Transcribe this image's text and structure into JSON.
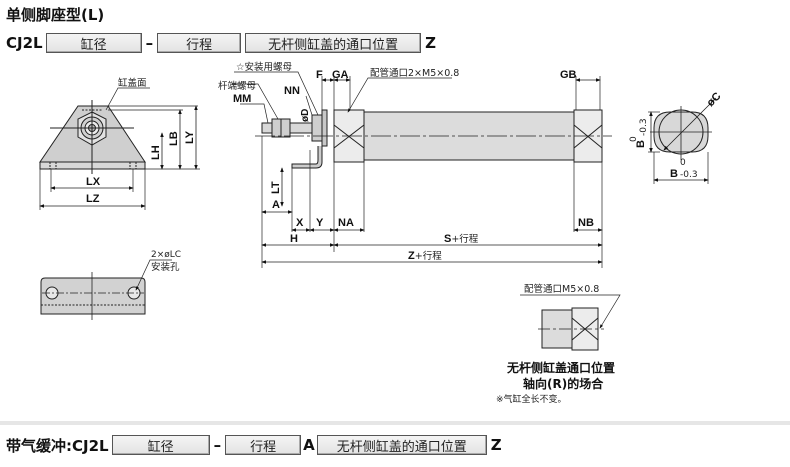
{
  "title": "单侧脚座型(L)",
  "model_code": {
    "prefix": "CJ2L",
    "bore_label": "缸径",
    "dash": "–",
    "stroke_label": "行程",
    "port_label": "无杆侧缸盖的通口位置",
    "suffix": "Z"
  },
  "cushion_code": {
    "prefix": "带气缓冲:CJ2L",
    "bore_label": "缸径",
    "dash": "–",
    "stroke_label": "行程",
    "middle": "A",
    "port_label": "无杆侧缸盖的通口位置",
    "suffix": "Z"
  },
  "front_view": {
    "cover_face": "缸盖面",
    "dims": [
      "LX",
      "LZ",
      "LH",
      "LB",
      "LY"
    ]
  },
  "bottom_view": {
    "hole_label": "2×øLC",
    "hole_note": "安装孔"
  },
  "side_view": {
    "mount_nut": "☆安装用螺母",
    "rod_nut": "杆端螺母",
    "port_note": "配管通口2×M5×0.8",
    "dims": {
      "MM": "MM",
      "NN": "NN",
      "F": "F",
      "GA": "GA",
      "GB": "GB",
      "D": "øD",
      "LT": "LT",
      "A": "A",
      "X": "X",
      "Y": "Y",
      "NA": "NA",
      "NB": "NB",
      "H": "H"
    },
    "s_dim": "S",
    "z_dim": "Z",
    "plus_stroke": "+行程"
  },
  "end_view": {
    "c_dim": "øC",
    "b_dim": "B",
    "tol_upper": "0",
    "tol_lower": "-0.3"
  },
  "axial_port_detail": {
    "port_note": "配管通口M5×0.8",
    "caption_line1": "无杆侧缸盖通口位置",
    "caption_line2": "轴向(R)的场合",
    "footnote": "※气缸全长不变。"
  }
}
